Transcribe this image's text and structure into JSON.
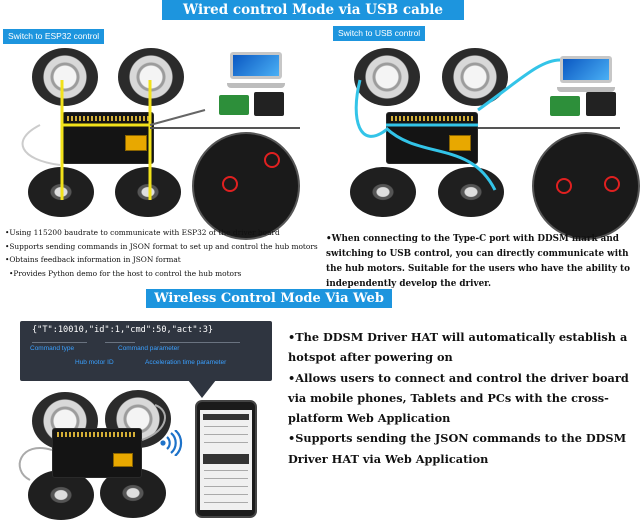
{
  "banners": {
    "wired": "Wired control Mode via USB cable",
    "wireless": "Wireless Control Mode Via Web Application"
  },
  "tags": {
    "esp32": "Switch to ESP32 control",
    "usb": "Switch to USB control"
  },
  "wired_esp32_notes": [
    "•Using 115200 baudrate to communicate with ESP32 of the driver board",
    "•Supports sending commands in JSON format to set up and control the hub motors",
    "•Obtains feedback information in JSON format",
    "•Provides Python demo for the host to control the hub motors"
  ],
  "wired_usb_note": "•When connecting to the Type-C port with DDSM mark and switching to USB control, you can directly communicate with the hub motors. Suitable for the users who have the ability to independently develop the driver.",
  "json_panel": {
    "json": "{\"T\":10010,\"id\":1,\"cmd\":50,\"act\":3}",
    "command_type": "Command type",
    "command_parameter": "Command parameter",
    "hub_motor_id": "Hub motor ID",
    "acceleration_time_parameter": "Acceleration time parameter"
  },
  "wireless_notes": [
    "•The DDSM Driver HAT will automatically establish a hotspot after powering on",
    "•Allows users to connect and control the driver board via mobile phones, Tablets and PCs with the cross-platform Web Application",
    "•Supports sending the JSON commands to the DDSM Driver HAT via Web Application"
  ],
  "colors": {
    "accent": "#1d95de",
    "esp32_wire": "#f2e21a",
    "usb_wire": "#33c4e8",
    "annotation_red": "#e02020"
  },
  "icons": {
    "wifi": "wifi-icon",
    "laptop": "laptop-icon",
    "phone": "phone-icon"
  }
}
